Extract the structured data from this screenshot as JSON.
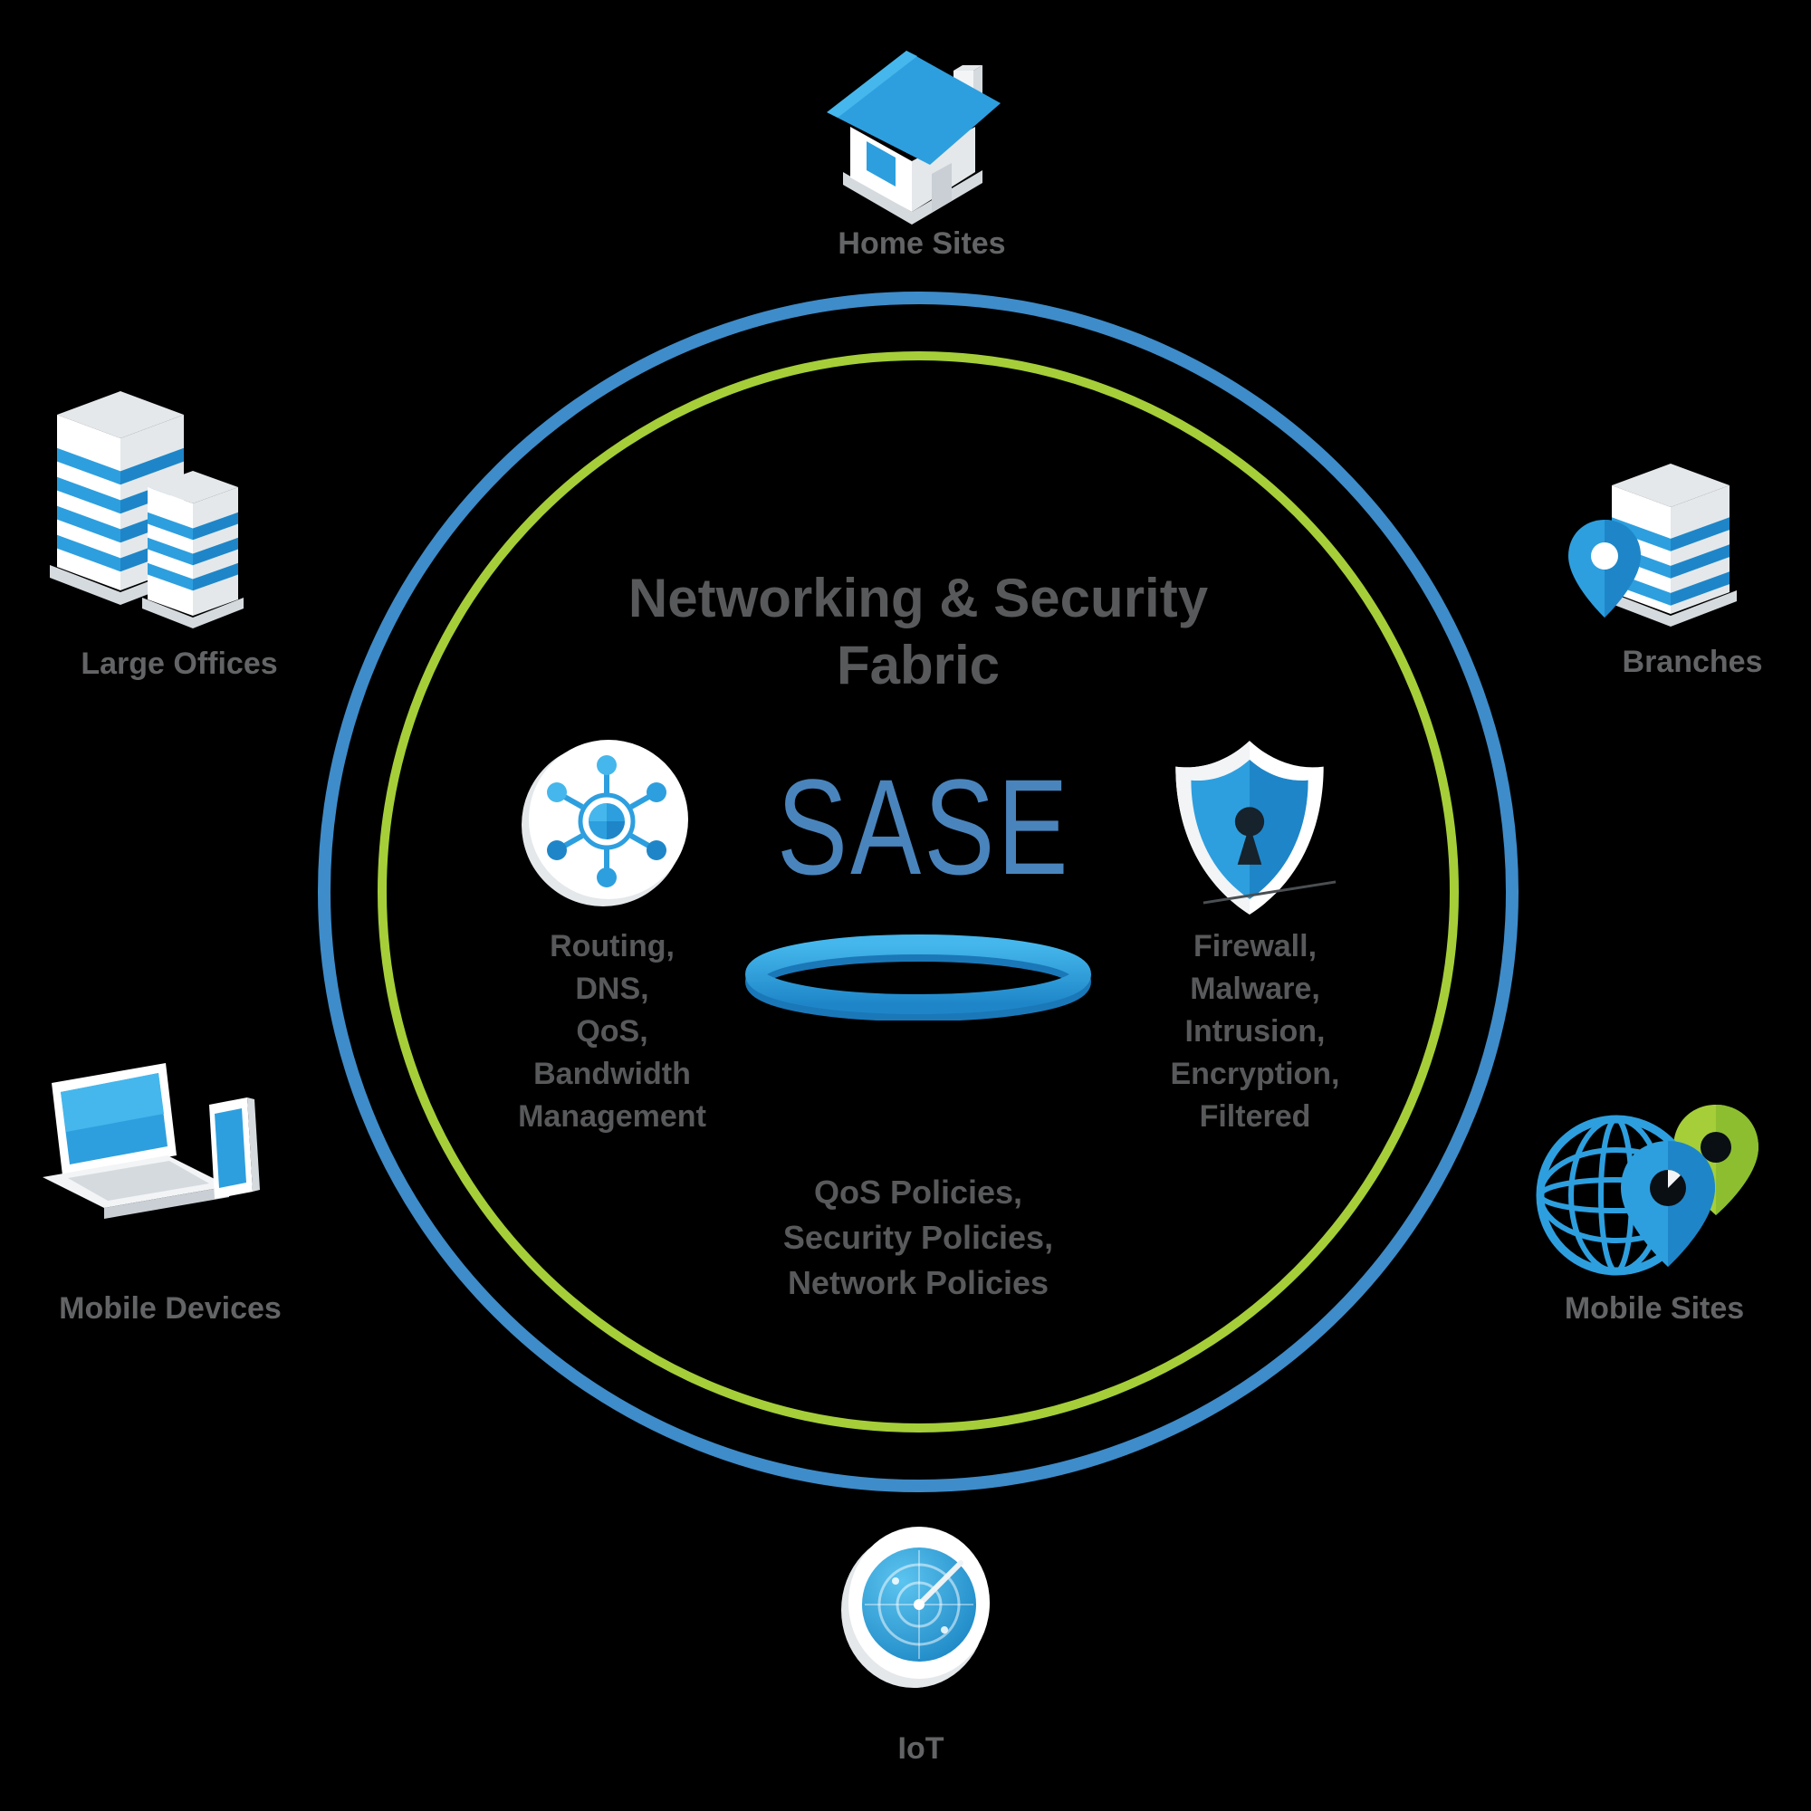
{
  "diagram_title": {
    "line1": "Networking & Security",
    "line2": "Fabric"
  },
  "center_label": "SASE",
  "networking_functions": {
    "icon": "network-hub-icon",
    "lines": [
      "Routing,",
      "DNS,",
      "QoS,",
      "Bandwidth",
      "Management"
    ]
  },
  "security_functions": {
    "icon": "shield-keyhole-icon",
    "lines": [
      "Firewall,",
      "Malware,",
      "Intrusion,",
      "Encryption,",
      "Filtered"
    ]
  },
  "policies": {
    "lines": [
      "QoS Policies,",
      "Security Policies,",
      "Network Policies"
    ]
  },
  "nodes": [
    {
      "label": "Home Sites",
      "icon": "house-icon",
      "position": "top"
    },
    {
      "label": "Large Offices",
      "icon": "office-buildings-icon",
      "position": "upper-left"
    },
    {
      "label": "Branches",
      "icon": "branch-location-icon",
      "position": "upper-right"
    },
    {
      "label": "Mobile Devices",
      "icon": "laptop-phone-icon",
      "position": "lower-left"
    },
    {
      "label": "Mobile Sites",
      "icon": "globe-location-pins-icon",
      "position": "lower-right"
    },
    {
      "label": "IoT",
      "icon": "iot-radar-icon",
      "position": "bottom"
    }
  ],
  "colors": {
    "ring_blue": "#3E8CC9",
    "ring_green": "#A5CE39",
    "sase_blue": "#4A84BC",
    "title_gray": "#58595B",
    "text_gray": "#58595B",
    "label_gray": "#636466",
    "icon_blue": "#2D9FDF",
    "icon_blue_dark": "#1E86C8",
    "icon_blue_light": "#45B7EC",
    "icon_green": "#A5CE39"
  }
}
